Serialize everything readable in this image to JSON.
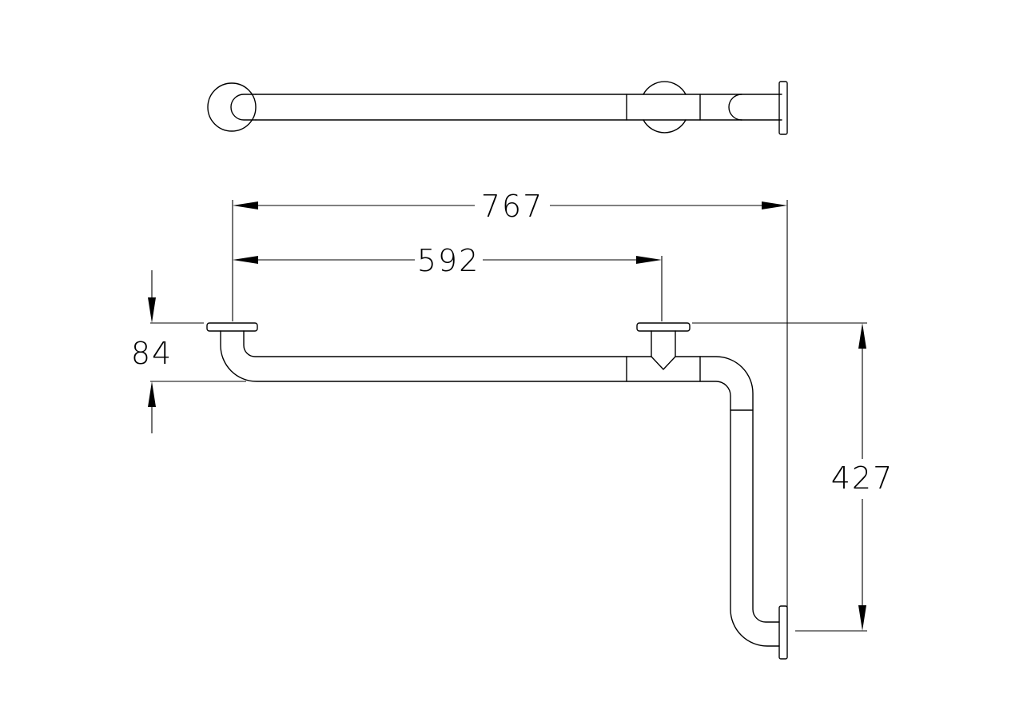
{
  "dimensions": {
    "overall_length": "767",
    "support_spacing": "592",
    "wall_offset": "84",
    "vertical_height": "427"
  }
}
